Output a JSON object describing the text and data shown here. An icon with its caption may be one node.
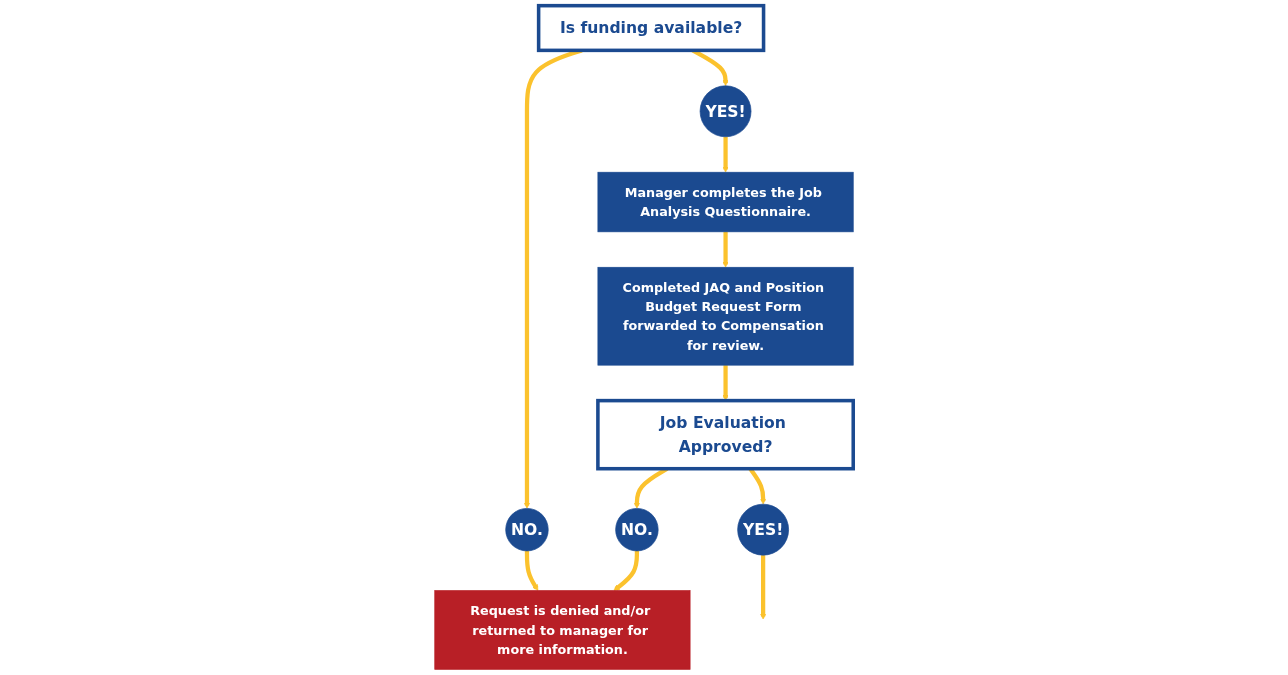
{
  "diagram": {
    "nodes": [
      {
        "text": [
          "Is funding available?"
        ]
      },
      {
        "text": [
          "YES!"
        ]
      },
      {
        "text": [
          "NO."
        ]
      },
      {
        "text": [
          "Request is denied and/or returned to manager for more information."
        ]
      },
      {
        "text": [
          "Manager completes the Job Analysis Questionnaire."
        ]
      },
      {
        "text": [
          "Completed JAQ and Position Budget Request Form forwarded to Compensation for review."
        ]
      },
      {
        "text": [
          "Job Evaluation Approved?"
        ]
      },
      {
        "text": [
          "NO."
        ]
      },
      {
        "text": [
          "YES!"
        ]
      }
    ],
    "edges": [
      {
        "from": 0,
        "to": 1,
        "arrow": "to"
      },
      {
        "from": 0,
        "to": 2,
        "arrow": "to"
      },
      {
        "from": 2,
        "to": 3,
        "arrow": "to"
      },
      {
        "from": 1,
        "to": 4,
        "arrow": "to"
      },
      {
        "from": 4,
        "to": 5,
        "arrow": "to"
      },
      {
        "from": 5,
        "to": 6,
        "arrow": "to"
      },
      {
        "from": 6,
        "to": 7,
        "arrow": "to"
      },
      {
        "from": 7,
        "to": 3,
        "arrow": "to"
      },
      {
        "from": 6,
        "to": 8,
        "arrow": "to"
      },
      {
        "from": 8,
        "to": null,
        "arrow": "to"
      }
    ]
  }
}
